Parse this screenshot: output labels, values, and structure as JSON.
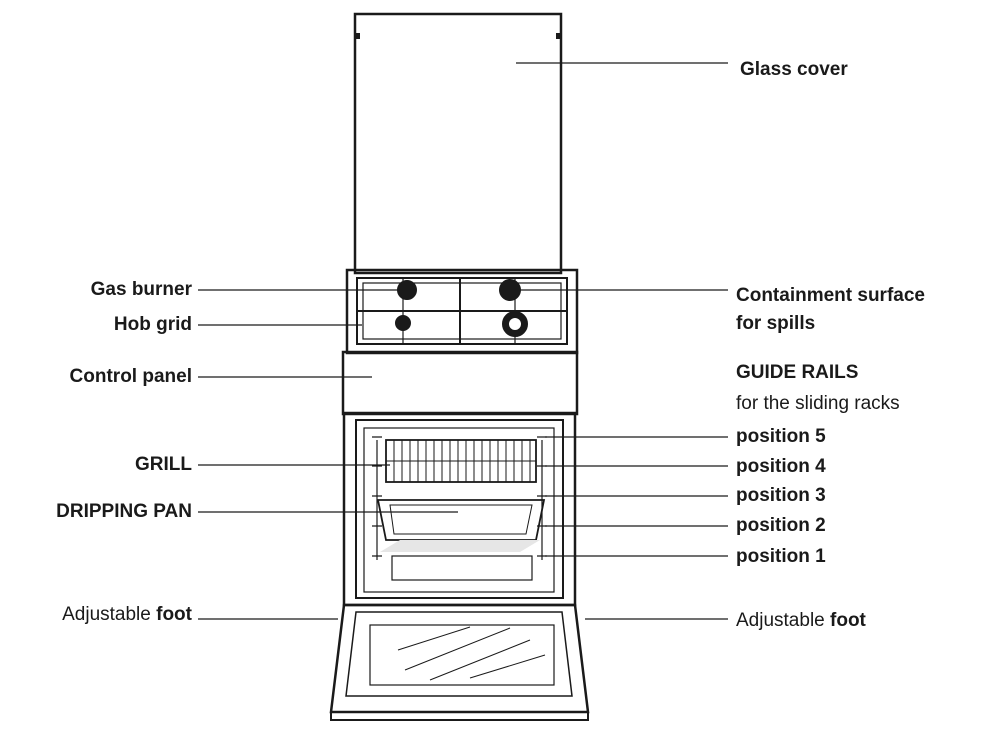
{
  "labels": {
    "glass_cover": "Glass cover",
    "gas_burner": "Gas burner",
    "hob_grid": "Hob grid",
    "control_panel": "Control panel",
    "grill": "GRILL",
    "dripping_pan": "DRIPPING PAN",
    "foot_left_prefix": "Adjustable",
    "foot_left_bold": "foot",
    "foot_right_prefix": "Adjustable",
    "foot_right_bold": "foot",
    "containment_line1": "Containment surface",
    "containment_line2": "for spills",
    "guide_rails_title": "GUIDE RAILS",
    "guide_rails_sub": "for the sliding racks",
    "positions": [
      "position 5",
      "position 4",
      "position 3",
      "position 2",
      "position 1"
    ]
  },
  "colors": {
    "ink": "#1a1a1a",
    "background": "#ffffff",
    "shadow": "#e6e6e6"
  }
}
